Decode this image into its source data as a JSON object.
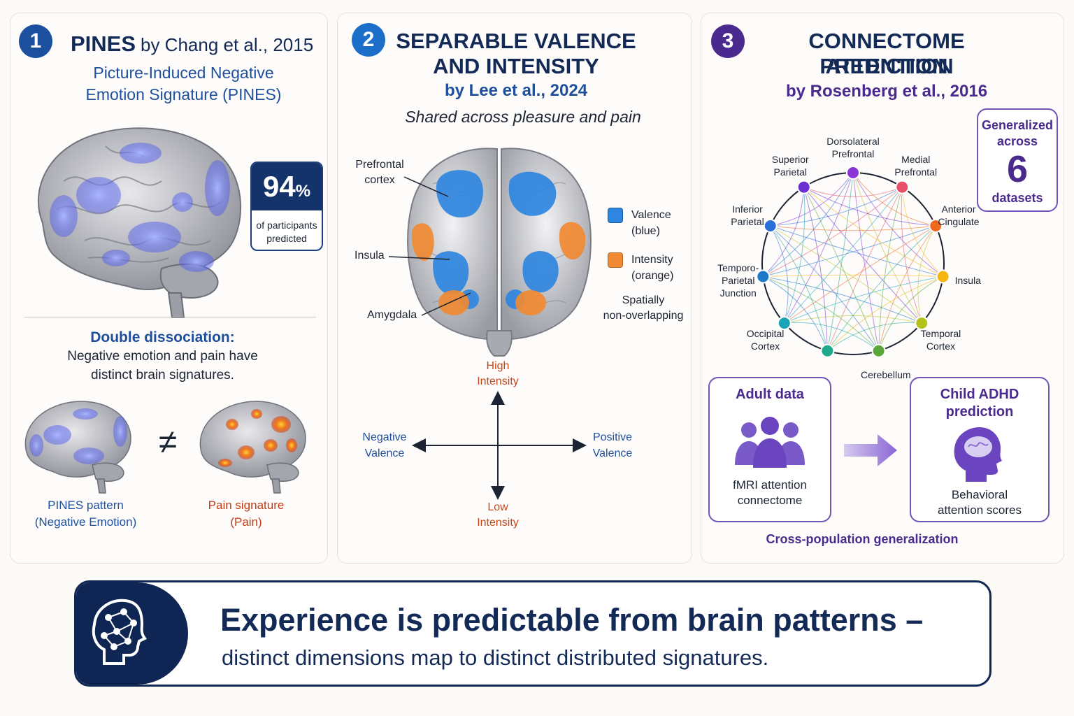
{
  "panel1": {
    "num": "1",
    "title": "PINES",
    "title_rest": "by Chang et al., 2015",
    "subtitle1": "Picture-Induced Negative",
    "subtitle2": "Emotion Signature (PINES)",
    "stat_value": "94",
    "stat_unit": "%",
    "stat_label1": "of participants",
    "stat_label2": "predicted",
    "dd_title": "Double dissociation:",
    "dd_text1": "Negative emotion and pain have",
    "dd_text2": "distinct brain signatures.",
    "neq": "≠",
    "left_label1": "PINES pattern",
    "left_label2": "(Negative Emotion)",
    "right_label1": "Pain signature",
    "right_label2": "(Pain)"
  },
  "panel2": {
    "num": "2",
    "title1": "SEPARABLE VALENCE",
    "title2": "AND INTENSITY",
    "byline": "by Lee et al., 2024",
    "tagline": "Shared across pleasure and pain",
    "label_pfc1": "Prefrontal",
    "label_pfc2": "cortex",
    "label_insula": "Insula",
    "label_amygdala": "Amygdala",
    "legend_valence1": "Valence",
    "legend_valence2": "(blue)",
    "legend_intensity1": "Intensity",
    "legend_intensity2": "(orange)",
    "note1": "Spatially",
    "note2": "non-overlapping",
    "axis_high1": "High",
    "axis_high2": "Intensity",
    "axis_low1": "Low",
    "axis_low2": "Intensity",
    "axis_neg1": "Negative",
    "axis_neg2": "Valence",
    "axis_pos1": "Positive",
    "axis_pos2": "Valence"
  },
  "panel3": {
    "num": "3",
    "title1": "CONNECTOME ATTENTION",
    "title2": "PREDICTION",
    "byline": "by Rosenberg et al., 2016",
    "gen_label1": "Generalized",
    "gen_label2": "across",
    "gen_value": "6",
    "gen_label3": "datasets",
    "nodes": [
      {
        "l1": "Dorsolateral",
        "l2": "Prefrontal",
        "color": "#8a35d6"
      },
      {
        "l1": "Medial",
        "l2": "Prefrontal",
        "color": "#e8506a"
      },
      {
        "l1": "Anterior",
        "l2": "Cingulate",
        "color": "#f06a1e"
      },
      {
        "l1": "Insula",
        "l2": "",
        "color": "#f5b60f"
      },
      {
        "l1": "Temporal",
        "l2": "Cortex",
        "color": "#b6c21c"
      },
      {
        "l1": "Cerebellum",
        "l2": "",
        "color": "#5aa83a"
      },
      {
        "l1": "",
        "l2": "",
        "color": "#1fa98c"
      },
      {
        "l1": "Occipital",
        "l2": "Cortex",
        "color": "#1ba4b8"
      },
      {
        "l1": "Temporo-",
        "l2": "Parietal",
        "l3": "Junction",
        "color": "#1d78c8"
      },
      {
        "l1": "Inferior",
        "l2": "Parietal",
        "color": "#2a6fd8"
      },
      {
        "l1": "Superior",
        "l2": "Parietal",
        "color": "#6a2fd0"
      }
    ],
    "adult_title": "Adult data",
    "adult_text1": "fMRI attention",
    "adult_text2": "connectome",
    "child_title1": "Child ADHD",
    "child_title2": "prediction",
    "child_text1": "Behavioral",
    "child_text2": "attention scores",
    "footer": "Cross-population generalization"
  },
  "banner": {
    "headline": "Experience is predictable from brain patterns –",
    "subline": "distinct dimensions map to distinct distributed signatures."
  },
  "colors": {
    "navy": "#142a56",
    "blue": "#1f4f9c",
    "purple": "#4a2a8c",
    "valence": "#2f86e0",
    "intensity": "#f08a32",
    "pines_blue": "#5a6cf0",
    "pain_red": "#e3461c"
  }
}
